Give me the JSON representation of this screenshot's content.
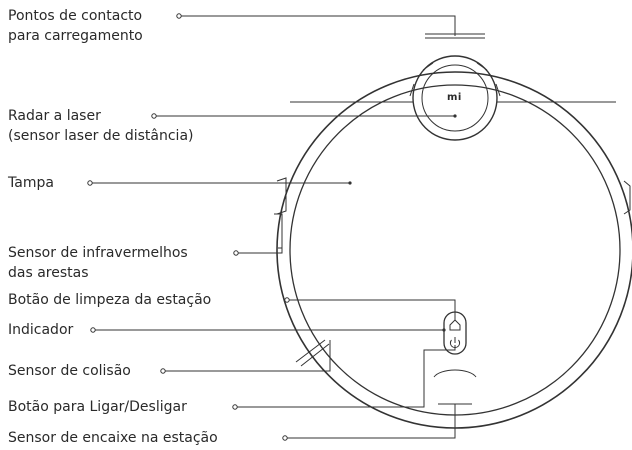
{
  "labels": {
    "charging_contacts": "Pontos de contacto\npara carregamento",
    "laser_radar": "Radar a laser\n(sensor laser de distância)",
    "cover": "Tampa",
    "edge_ir_sensor": "Sensor de infravermelhos\ndas arestas",
    "dock_clean_button": "Botão de limpeza da estação",
    "indicator": "Indicador",
    "collision_sensor": "Sensor de colisão",
    "power_button": "Botão para Ligar/Desligar",
    "dock_sensor": "Sensor de encaixe na estação"
  },
  "logo_text": "mi",
  "icons": {
    "dock_button": "home-icon",
    "power_button": "power-icon"
  },
  "colors": {
    "line": "#333333",
    "text": "#2a2a2a",
    "background": "#ffffff"
  }
}
